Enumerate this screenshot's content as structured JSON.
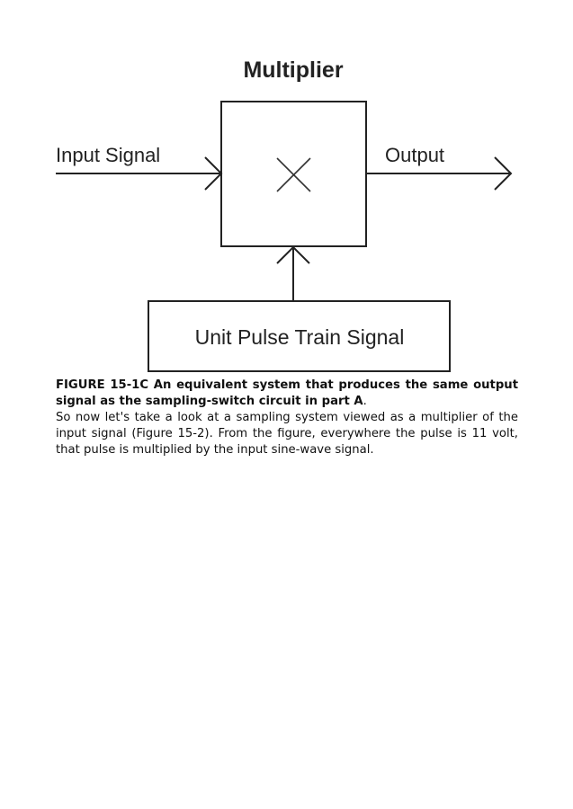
{
  "diagram": {
    "title": "Multiplier",
    "input_label": "Input Signal",
    "output_label": "Output",
    "multiply_symbol": "×",
    "bottom_box_label": "Unit Pulse Train Signal"
  },
  "caption": {
    "figure_bold": "FIGURE 15-1C An equivalent system that produces the same output signal as the sampling-switch circuit in part A",
    "figure_end": "."
  },
  "body_text": "So now let's take a look at a sampling system viewed as a multiplier of the input signal (Figure 15-2). From the figure, everywhere the pulse is 11 volt, that pulse is multiplied by the input sine-wave signal."
}
